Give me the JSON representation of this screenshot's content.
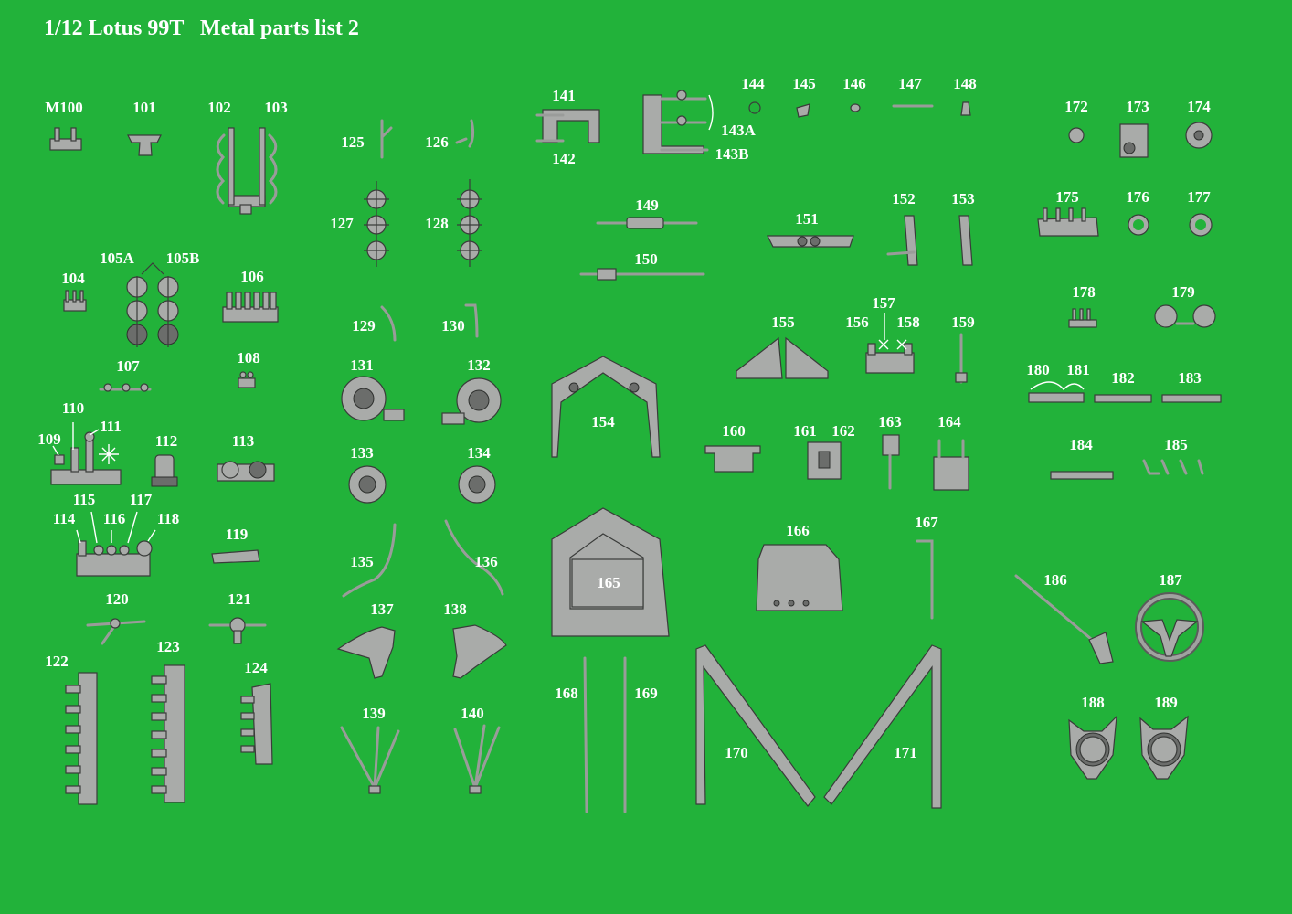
{
  "title": "1/12 Lotus 99T   Metal parts list 2",
  "colors": {
    "background": "#22b23a",
    "label": "#ffffff",
    "metal": "#a9aba9"
  },
  "parts": [
    "M100",
    "101",
    "102",
    "103",
    "104",
    "105A",
    "105B",
    "106",
    "107",
    "108",
    "109",
    "110",
    "111",
    "112",
    "113",
    "114",
    "115",
    "116",
    "117",
    "118",
    "119",
    "120",
    "121",
    "122",
    "123",
    "124",
    "125",
    "126",
    "127",
    "128",
    "129",
    "130",
    "131",
    "132",
    "133",
    "134",
    "135",
    "136",
    "137",
    "138",
    "139",
    "140",
    "141",
    "142",
    "143A",
    "143B",
    "144",
    "145",
    "146",
    "147",
    "148",
    "149",
    "150",
    "151",
    "152",
    "153",
    "154",
    "155",
    "156",
    "157",
    "158",
    "159",
    "160",
    "161",
    "162",
    "163",
    "164",
    "165",
    "166",
    "167",
    "168",
    "169",
    "170",
    "171",
    "172",
    "173",
    "174",
    "175",
    "176",
    "177",
    "178",
    "179",
    "180",
    "181",
    "182",
    "183",
    "184",
    "185",
    "186",
    "187",
    "188",
    "189"
  ]
}
